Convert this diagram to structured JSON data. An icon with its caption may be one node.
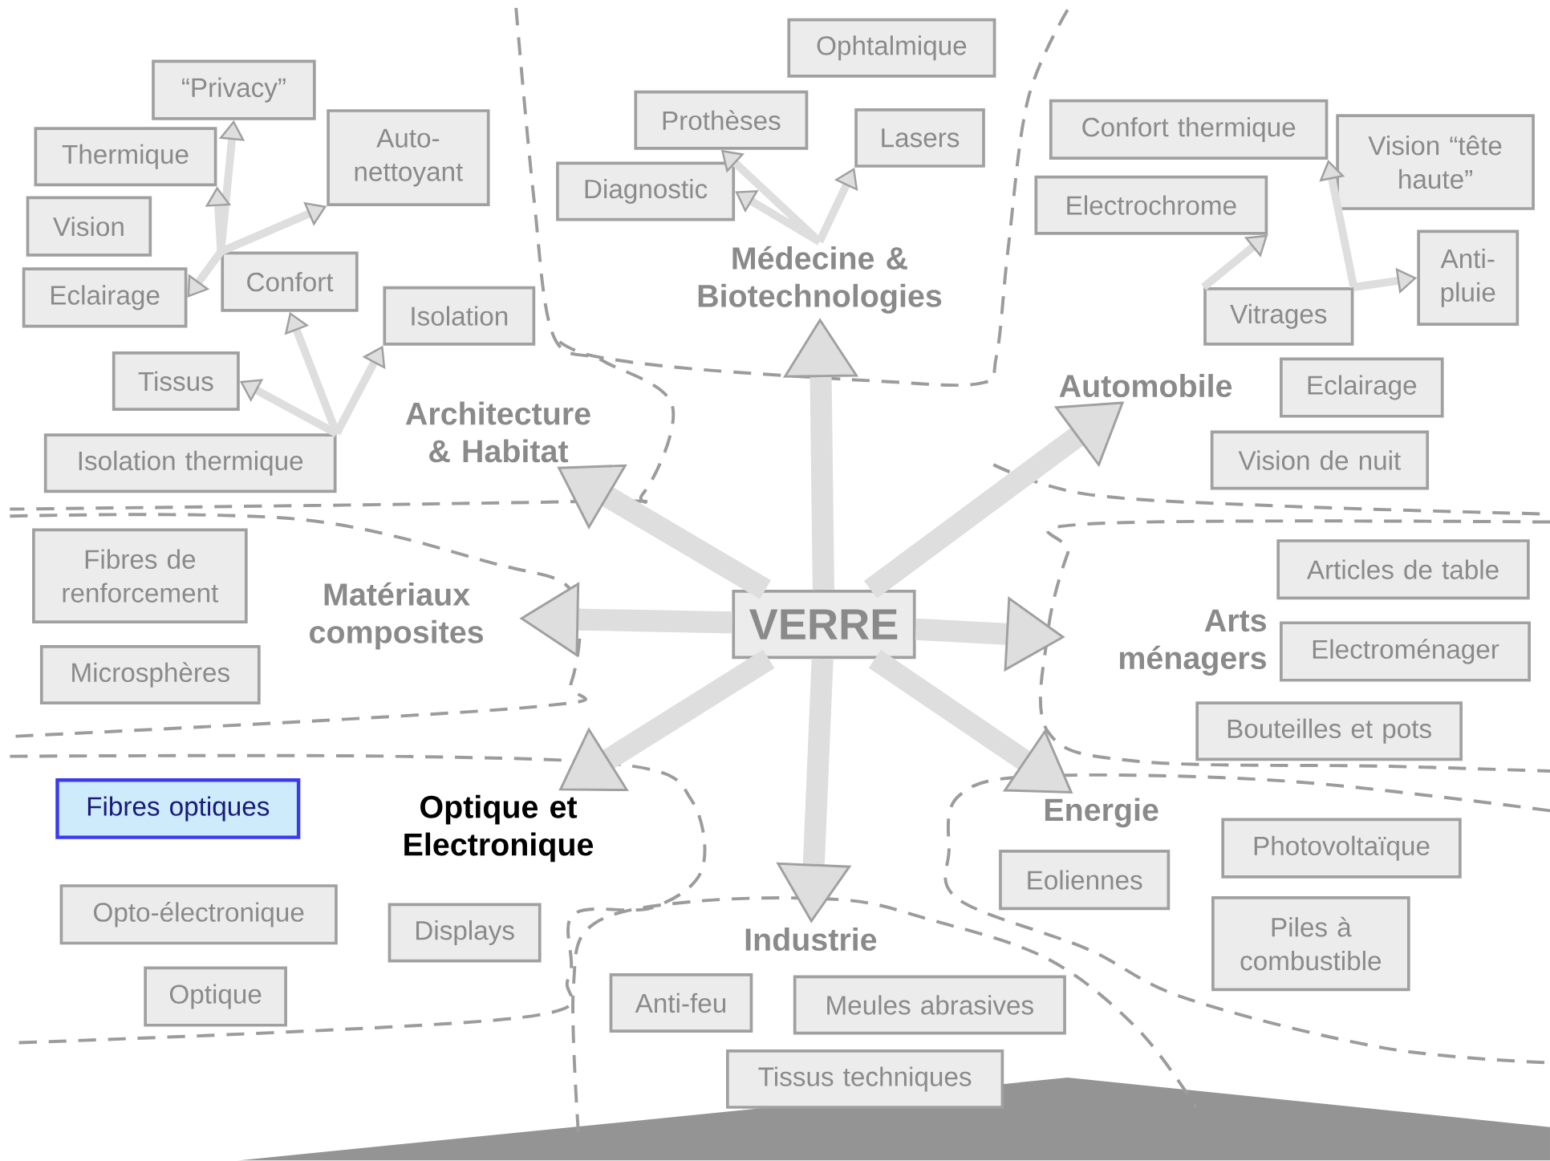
{
  "diagram": {
    "nodes": [
      {
        "text": [
          "VERRE"
        ]
      },
      {
        "text": [
          "Médecine & Biotechnologies"
        ]
      },
      {
        "text": [
          "Automobile"
        ]
      },
      {
        "text": [
          "Arts ménagers"
        ]
      },
      {
        "text": [
          "Energie"
        ]
      },
      {
        "text": [
          "Industrie"
        ]
      },
      {
        "text": [
          "Optique et Electronique"
        ]
      },
      {
        "text": [
          "Matériaux composites"
        ]
      },
      {
        "text": [
          "Architecture & Habitat"
        ]
      },
      {
        "text": [
          "“Privacy”"
        ]
      },
      {
        "text": [
          "Thermique"
        ]
      },
      {
        "text": [
          "Auto-nettoyant"
        ]
      },
      {
        "text": [
          "Vision"
        ]
      },
      {
        "text": [
          "Eclairage"
        ]
      },
      {
        "text": [
          "Confort"
        ]
      },
      {
        "text": [
          "Isolation"
        ]
      },
      {
        "text": [
          "Tissus"
        ]
      },
      {
        "text": [
          "Isolation thermique"
        ]
      },
      {
        "text": [
          "Ophtalmique"
        ]
      },
      {
        "text": [
          "Prothèses"
        ]
      },
      {
        "text": [
          "Lasers"
        ]
      },
      {
        "text": [
          "Diagnostic"
        ]
      },
      {
        "text": [
          "Confort thermique"
        ]
      },
      {
        "text": [
          "Vision “tête haute”"
        ]
      },
      {
        "text": [
          "Electrochrome"
        ]
      },
      {
        "text": [
          "Anti-pluie"
        ]
      },
      {
        "text": [
          "Vitrages"
        ]
      },
      {
        "text": [
          "Eclairage"
        ]
      },
      {
        "text": [
          "Vision de nuit"
        ]
      },
      {
        "text": [
          "Fibres de renforcement"
        ]
      },
      {
        "text": [
          "Microsphères"
        ]
      },
      {
        "text": [
          "Articles de table"
        ]
      },
      {
        "text": [
          "Electroménager"
        ]
      },
      {
        "text": [
          "Bouteilles et pots"
        ]
      },
      {
        "text": [
          "Fibres optiques"
        ]
      },
      {
        "text": [
          "Opto-électronique"
        ]
      },
      {
        "text": [
          "Displays"
        ]
      },
      {
        "text": [
          "Optique"
        ]
      },
      {
        "text": [
          "Eoliennes"
        ]
      },
      {
        "text": [
          "Photovoltaïque"
        ]
      },
      {
        "text": [
          "Piles à combustible"
        ]
      },
      {
        "text": [
          "Anti-feu"
        ]
      },
      {
        "text": [
          "Meules abrasives"
        ]
      },
      {
        "text": [
          "Tissus techniques"
        ]
      }
    ],
    "edges": [
      {
        "from": 0,
        "to": 1,
        "arrow": "to",
        "style": "thick"
      },
      {
        "from": 0,
        "to": 2,
        "arrow": "to",
        "style": "thick"
      },
      {
        "from": 0,
        "to": 3,
        "arrow": "to",
        "style": "thick"
      },
      {
        "from": 0,
        "to": 4,
        "arrow": "to",
        "style": "thick"
      },
      {
        "from": 0,
        "to": 5,
        "arrow": "to",
        "style": "thick"
      },
      {
        "from": 0,
        "to": 6,
        "arrow": "to",
        "style": "thick"
      },
      {
        "from": 0,
        "to": 7,
        "arrow": "to",
        "style": "thick"
      },
      {
        "from": 0,
        "to": 8,
        "arrow": "to",
        "style": "thick"
      },
      {
        "from": 14,
        "to": 9,
        "arrow": "to"
      },
      {
        "from": 14,
        "to": 10,
        "arrow": "to"
      },
      {
        "from": 14,
        "to": 13,
        "arrow": "to"
      },
      {
        "from": 14,
        "to": 11,
        "arrow": "to"
      },
      {
        "from": 17,
        "to": 16,
        "arrow": "to"
      },
      {
        "from": 17,
        "to": 14,
        "arrow": "to"
      },
      {
        "from": 17,
        "to": 15,
        "arrow": "to"
      },
      {
        "from": 1,
        "to": 21,
        "arrow": "to"
      },
      {
        "from": 1,
        "to": 19,
        "arrow": "to"
      },
      {
        "from": 1,
        "to": 20,
        "arrow": "to"
      },
      {
        "from": 26,
        "to": 24,
        "arrow": "to"
      },
      {
        "from": 26,
        "to": 22,
        "arrow": "to"
      },
      {
        "from": 26,
        "to": 25,
        "arrow": "to"
      }
    ]
  }
}
